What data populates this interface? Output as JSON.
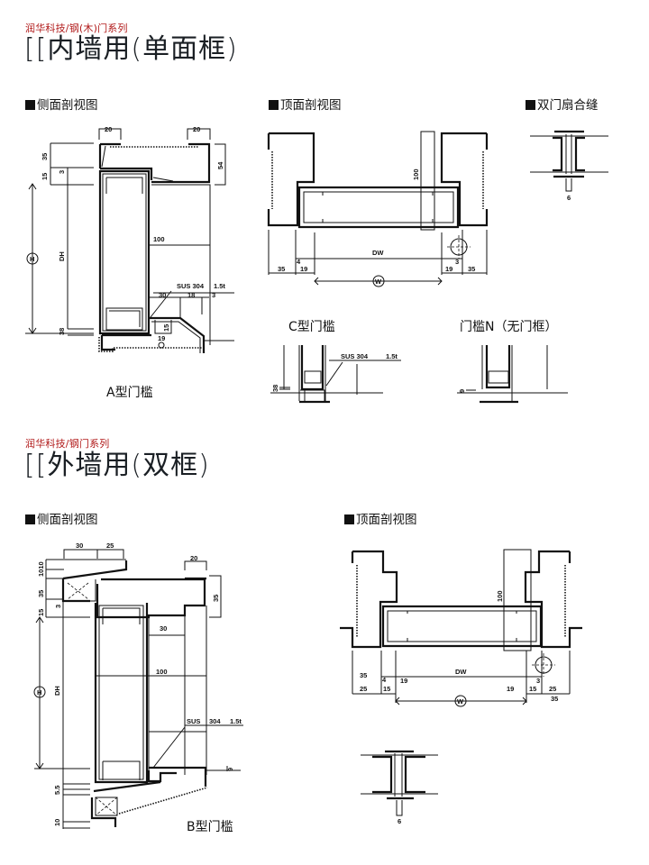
{
  "section1": {
    "series": "润华科技/钢(木)门系列",
    "title": "[[内墙用(单面框)",
    "side_view": {
      "label": "侧面剖视图",
      "dims": {
        "top_left": "20",
        "top_right": "20",
        "d35": "35",
        "d15": "15",
        "d3": "3",
        "d54": "54",
        "d100": "100",
        "H": "H",
        "DH": "DH",
        "d38": "38",
        "d30": "30",
        "d18": "18",
        "d3b": "3",
        "d15b": "15",
        "d19": "19",
        "material": "SUS 304",
        "thickness": "1.5t"
      },
      "caption": "A型门槛"
    },
    "top_view": {
      "label": "顶面剖视图",
      "dims": {
        "d100": "100",
        "DW": "DW",
        "d4": "4",
        "d3": "3",
        "l35": "35",
        "l19": "19",
        "r19": "19",
        "r35": "35",
        "W": "W"
      }
    },
    "double_leaf": {
      "label": "双门扇合缝",
      "dims": {
        "d6": "6"
      }
    },
    "c_sill": {
      "caption": "C型门槛",
      "dims": {
        "d38": "38",
        "material": "SUS 304",
        "thickness": "1.5t"
      }
    },
    "n_sill": {
      "caption": "门槛N（无门框）",
      "dims": {
        "d9": "9"
      }
    }
  },
  "section2": {
    "series": "润华科技/钢门系列",
    "title": "[[外墙用(双框)",
    "side_view": {
      "label": "侧面剖视图",
      "dims": {
        "d30": "30",
        "d25": "25",
        "d20": "20",
        "d1010": "1010",
        "d35": "35",
        "d15": "15",
        "d3": "3",
        "r35": "35",
        "m30": "30",
        "d100": "100",
        "H": "H",
        "DH": "DH",
        "material": "SUS",
        "grade": "304",
        "thickness": "1.5t",
        "d55": "5.5",
        "d10": "10",
        "d9": "9"
      },
      "caption": "B型门槛"
    },
    "top_view": {
      "label": "顶面剖视图",
      "dims": {
        "d100": "100",
        "DW": "DW",
        "l35": "35",
        "l4": "4",
        "l19": "19",
        "l25": "25",
        "l15": "15",
        "r19": "19",
        "r3": "3",
        "r15": "15",
        "r25": "25",
        "r35": "35",
        "W": "W"
      }
    },
    "double_leaf": {
      "dims": {
        "d6": "6"
      }
    }
  },
  "colors": {
    "series_red": "#b01818",
    "ink": "#111111"
  }
}
